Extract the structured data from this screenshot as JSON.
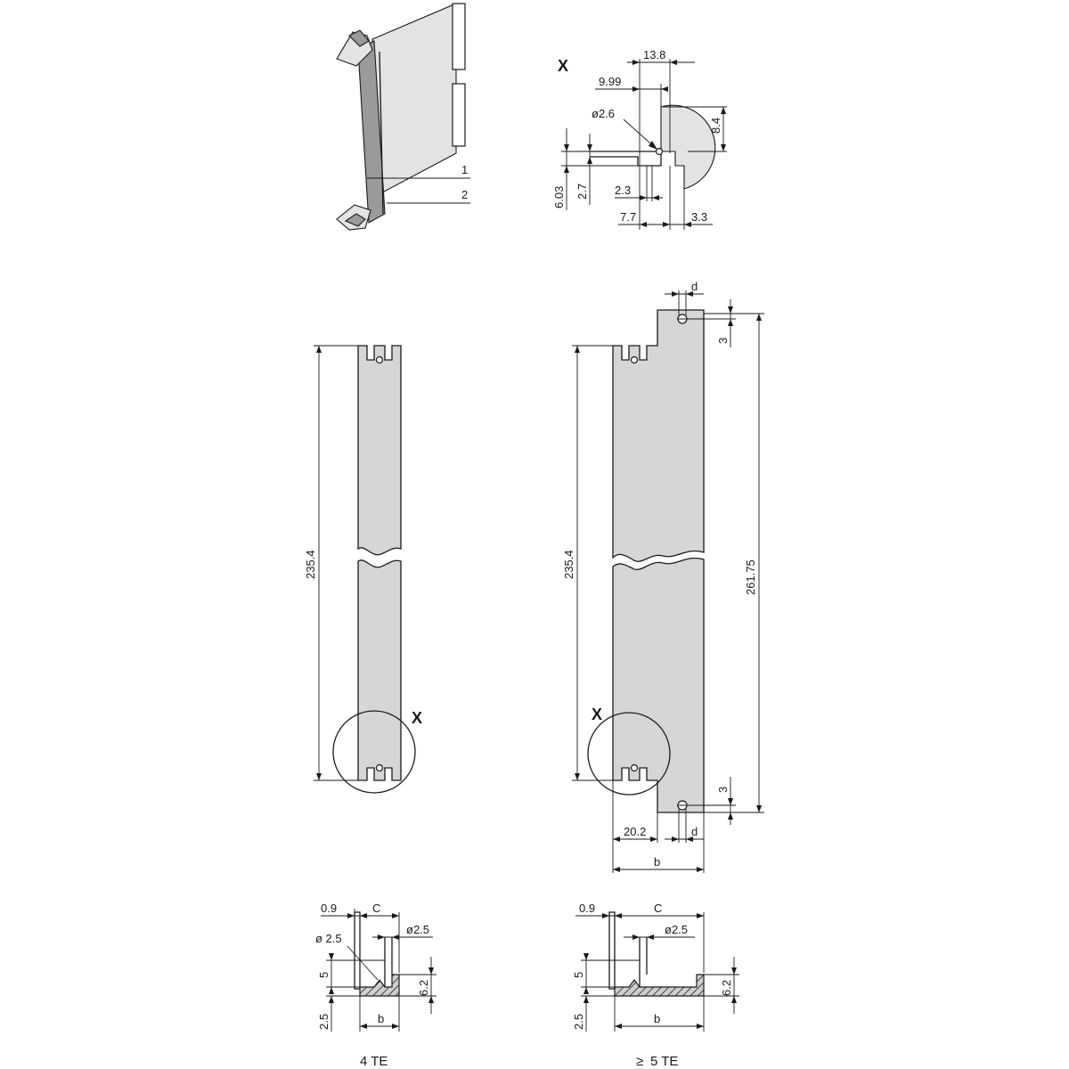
{
  "callouts": {
    "c1": "1",
    "c2": "2"
  },
  "detail": {
    "title": "X",
    "d_13_8": "13.8",
    "d_9_99": "9.99",
    "d_phi_2_6": "ø2.6",
    "d_8_4": "8.4",
    "d_6_03": "6.03",
    "d_2_7": "2.7",
    "d_2_3": "2.3",
    "d_7_7": "7.7",
    "d_3_3": "3.3"
  },
  "panel4": {
    "height_label": "235.4",
    "detail_mark": "X"
  },
  "panel5": {
    "height_label": "235.4",
    "total_label": "261.75",
    "detail_mark": "X",
    "top_offset": "3",
    "bottom_offset": "3",
    "top_d": "d",
    "bottom_d": "d",
    "width_20_2": "20.2",
    "width_b": "b"
  },
  "section4": {
    "d_0_9": "0.9",
    "d_c": "C",
    "d_phi_left": "ø 2.5",
    "d_phi_right": "ø2.5",
    "d_5": "5",
    "d_6_2": "6.2",
    "d_2_5": "2.5",
    "d_b": "b",
    "caption": "4 TE"
  },
  "section5": {
    "d_0_9": "0.9",
    "d_c": "C",
    "d_phi": "ø2.5",
    "d_5": "5",
    "d_6_2": "6.2",
    "d_2_5": "2.5",
    "d_b": "b",
    "caption_prefix": "≥",
    "caption": "5 TE"
  }
}
